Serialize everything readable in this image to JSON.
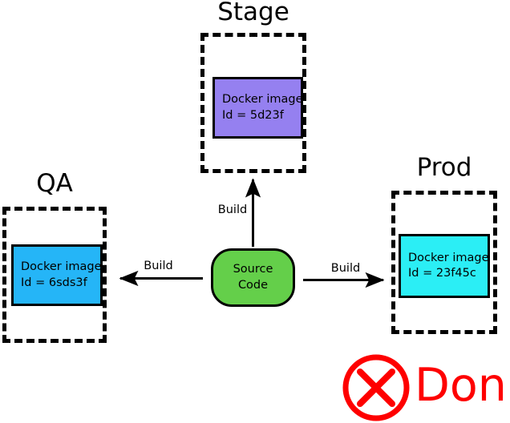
{
  "diagram": {
    "type": "pipeline-flow-diagram",
    "annotation": {
      "icon": "circle-x-icon",
      "label": "Don't",
      "color": "#fe0000"
    },
    "source_node": {
      "name": "source-code-node",
      "line1": "Source",
      "line2": "Code",
      "fill": "#64cf4a"
    },
    "environments": [
      {
        "key": "stage",
        "title": "Stage",
        "artifact": {
          "line1": "Docker image",
          "line2": "Id = 5d23f",
          "fill": "#9580f0"
        }
      },
      {
        "key": "qa",
        "title": "QA",
        "artifact": {
          "line1": "Docker image",
          "line2": "Id = 6sds3f",
          "fill": "#25b5f7"
        }
      },
      {
        "key": "prod",
        "title": "Prod",
        "artifact": {
          "line1": "Docker image",
          "line2": "Id = 23f45c",
          "fill": "#2beef5"
        }
      }
    ],
    "edges": [
      {
        "key": "up",
        "label": "Build",
        "from": "source-code-node",
        "to": "stage"
      },
      {
        "key": "left",
        "label": "Build",
        "from": "source-code-node",
        "to": "qa"
      },
      {
        "key": "right",
        "label": "Build",
        "from": "source-code-node",
        "to": "prod"
      }
    ]
  }
}
